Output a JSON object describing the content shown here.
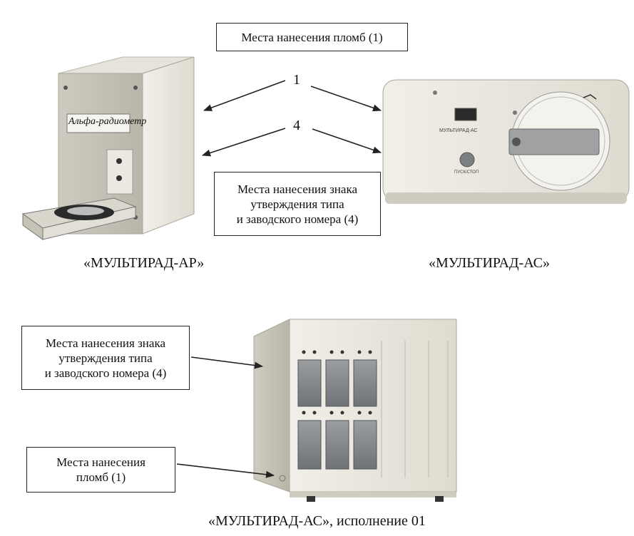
{
  "callouts": {
    "seals_top": "Места нанесения пломб (1)",
    "type_mark_top": [
      "Места нанесения знака",
      "утверждения типа",
      "и заводского номера (4)"
    ],
    "type_mark_bottom": [
      "Места нанесения знака",
      "утверждения типа",
      "и заводского номера (4)"
    ],
    "seals_bottom": [
      "Места нанесения",
      "пломб (1)"
    ]
  },
  "markers": {
    "seal": "1",
    "type_mark": "4"
  },
  "devices": {
    "ap": {
      "caption": "«МУЛЬТИРАД-АР»",
      "panel_label": "Альфа-радиометр"
    },
    "ac": {
      "caption": "«МУЛЬТИРАД-АС»",
      "panel_label": "МУЛЬТИРАД-АС",
      "button_label": "ПУСК/СТОП"
    },
    "ac01": {
      "caption": "«МУЛЬТИРАД-АС», исполнение 01"
    }
  },
  "colors": {
    "device_body": "#e9e7df",
    "device_shadow": "#c9c6bb",
    "panel_grey": "#8a8c8f",
    "outline": "#222222"
  }
}
